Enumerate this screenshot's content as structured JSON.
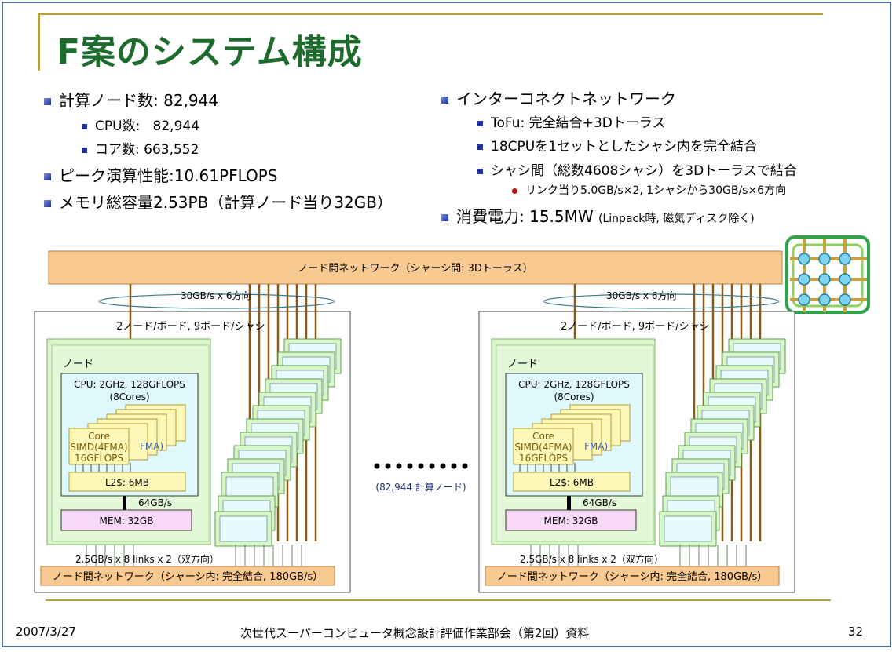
{
  "title": "F案のシステム構成",
  "left_bullets": {
    "nodes": {
      "label": "計算ノード数",
      "value": "82,944"
    },
    "cpu": {
      "label": "CPU数",
      "value": "82,944"
    },
    "cores": {
      "label": "コア数",
      "value": "663,552"
    },
    "peak": {
      "label": "ピーク演算性能",
      "value": "10.61PFLOPS"
    },
    "memory": "メモリ総容量2.53PB（計算ノード当り32GB）"
  },
  "right_bullets": {
    "interconnect": "インターコネクトネットワーク",
    "tofu": "ToFu: 完全結合+3Dトーラス",
    "set": "18CPUを1セットとしたシャシ内を完全結合",
    "chassis": "シャシ間（総数4608シャシ）を3Dトーラスで結合",
    "link": "リンク当り5.0GB/s×2, 1シャシから30GB/s×6方向",
    "power_label": "消費電力",
    "power_value": "15.5MW",
    "power_note": "(Linpack時, 磁気ディスク除く)"
  },
  "diagram": {
    "top_network": "ノード間ネットワーク（シャーシ間: 3Dトーラス）",
    "bandwidth_6dir": "30GB/s x 6方向",
    "board_label": "2ノード/ボード, 9ボード/シャシ",
    "node_label": "ノード",
    "cpu_spec": "CPU: 2GHz, 128GFLOPS",
    "cpu_cores": "(8Cores)",
    "core_line1": "Core",
    "core_line2": "SIMD(4FMA)",
    "core_line3": "16GFLOPS",
    "core_shadow": "FMA)",
    "l2": "L2$: 6MB",
    "mem_bw": "64GB/s",
    "mem": "MEM: 32GB",
    "links": "2.5GB/s x 8 links x 2（双方向）",
    "bottom_network": "ノード間ネットワーク（シャーシ内: 完全結合, 180GB/s）",
    "middle_note": "(82,944 計算ノード)"
  },
  "footer": {
    "date": "2007/3/27",
    "center": "次世代スーパーコンピュータ概念設計評価作業部会（第2回）資料",
    "page": "32"
  },
  "colors": {
    "title": "#1e6b2e",
    "network_bar": "#f9c992",
    "node_green": "#d9f5c9",
    "cpu_cyan": "#dff8fc",
    "core_yellow": "#fdf7b8",
    "mem_pink": "#f7d8f7",
    "links_brown": "#8a5a10"
  }
}
